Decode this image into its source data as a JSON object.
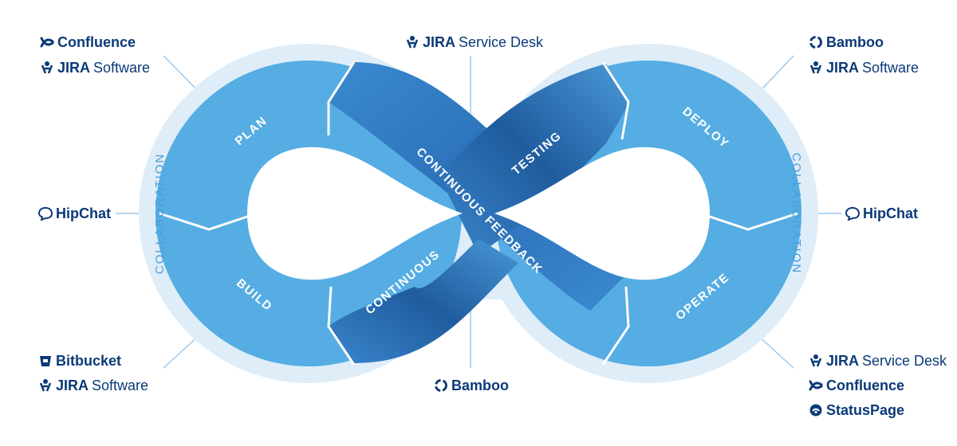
{
  "stages": {
    "plan": "PLAN",
    "build": "BUILD",
    "continuous": "CONTINUOUS",
    "continuous_feedback": "CONTINUOUS FEEDBACK",
    "testing": "TESTING",
    "deploy": "DEPLOY",
    "operate": "OPERATE"
  },
  "collaboration_left": "COLLABORATION",
  "collaboration_right": "COLLABORATION",
  "tools": {
    "top_left": [
      {
        "icon": "confluence-icon",
        "name": "Confluence"
      },
      {
        "icon": "jira-icon",
        "brand": "JIRA",
        "product": "Software"
      }
    ],
    "top_center": [
      {
        "icon": "jira-icon",
        "brand": "JIRA",
        "product": "Service Desk"
      }
    ],
    "top_right": [
      {
        "icon": "bamboo-icon",
        "name": "Bamboo"
      },
      {
        "icon": "jira-icon",
        "brand": "JIRA",
        "product": "Software"
      }
    ],
    "mid_left": [
      {
        "icon": "hipchat-icon",
        "name": "HipChat"
      }
    ],
    "mid_right": [
      {
        "icon": "hipchat-icon",
        "name": "HipChat"
      }
    ],
    "bottom_left": [
      {
        "icon": "bitbucket-icon",
        "name": "Bitbucket"
      },
      {
        "icon": "jira-icon",
        "brand": "JIRA",
        "product": "Software"
      }
    ],
    "bottom_center": [
      {
        "icon": "bamboo-icon",
        "name": "Bamboo"
      }
    ],
    "bottom_right": [
      {
        "icon": "jira-icon",
        "brand": "JIRA",
        "product": "Service Desk"
      },
      {
        "icon": "confluence-icon",
        "name": "Confluence"
      },
      {
        "icon": "statuspage-icon",
        "name": "StatusPage"
      }
    ]
  },
  "colors": {
    "outer_ring": "#deedf8",
    "segment": "#55ade3",
    "band": "#2f7cc4",
    "band_dark": "#1d5fa3",
    "divider": "#ffffff",
    "text_dark": "#0b3a78",
    "collab_text": "#4a9fd8",
    "leader": "#9cc9ec"
  }
}
